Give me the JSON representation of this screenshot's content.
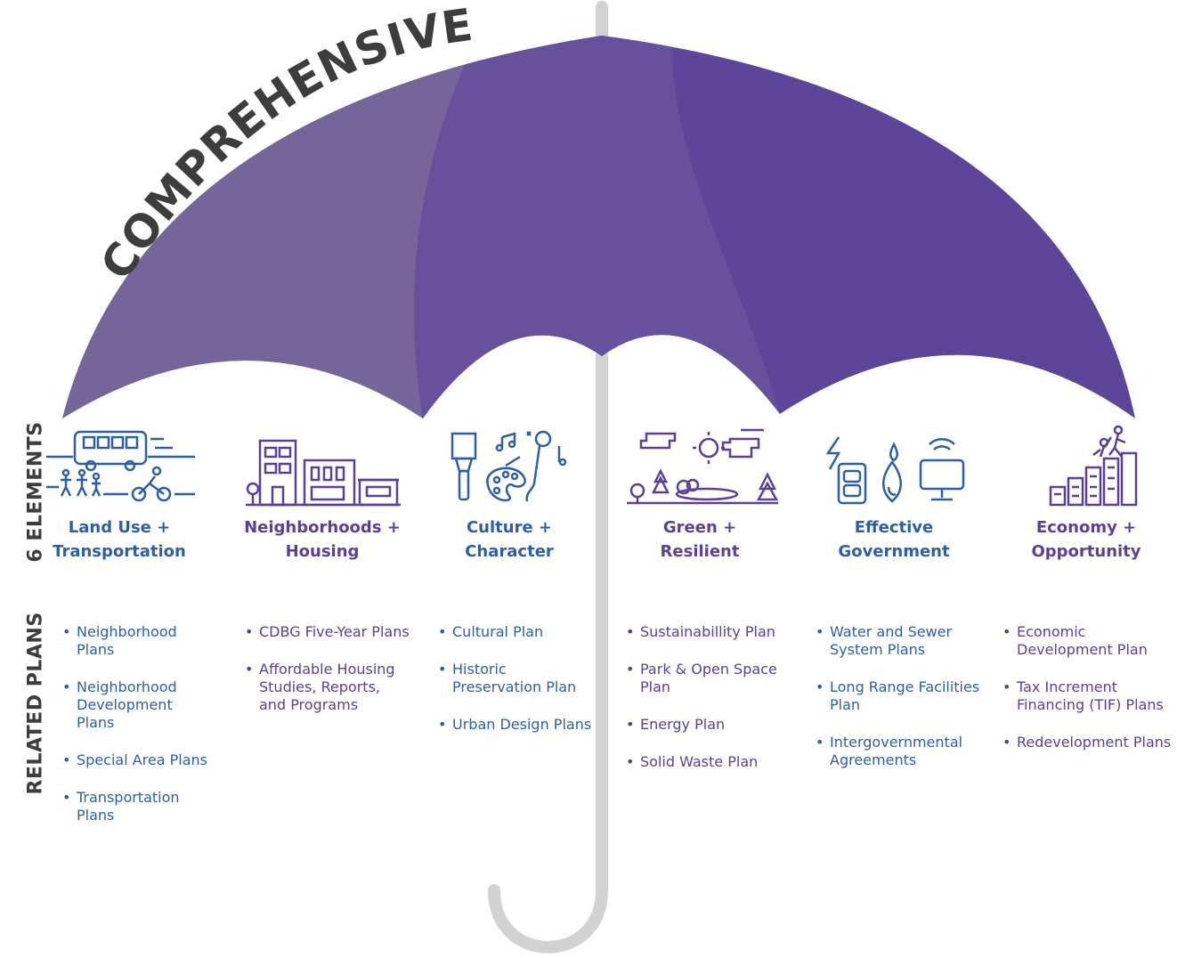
{
  "title": "COMPREHENSIVE PLAN",
  "side_labels": {
    "elements": "6 ELEMENTS",
    "related": "RELATED PLANS"
  },
  "colors": {
    "canopy_light": "#76659a",
    "canopy_mid": "#67519c",
    "canopy_dark": "#5d4699",
    "shaft": "#d2d2d2",
    "title_text": "#3d3d3d",
    "purple_text": "#5b3f98",
    "blue_text": "#2f5ea8"
  },
  "elements": [
    {
      "line1": "Land Use +",
      "line2": "Transportation",
      "icon": "transport-icon",
      "color": "#2f5ea8",
      "plans": [
        "Neighborhood Plans",
        "Neighborhood Development Plans",
        "Special Area Plans",
        "Transportation Plans"
      ]
    },
    {
      "line1": "Neighborhoods +",
      "line2": "Housing",
      "icon": "housing-icon",
      "color": "#5b3f98",
      "plans": [
        "CDBG Five-Year Plans",
        "Affordable Housing Studies, Reports, and Programs"
      ]
    },
    {
      "line1": "Culture +",
      "line2": "Character",
      "icon": "culture-icon",
      "color": "#2f5ea8",
      "plans": [
        "Cultural Plan",
        "Historic Preservation Plan",
        "Urban Design Plans"
      ]
    },
    {
      "line1": "Green +",
      "line2": "Resilient",
      "icon": "green-icon",
      "color": "#5b3f98",
      "plans": [
        "Sustainabillity Plan",
        "Park & Open Space Plan",
        "Energy Plan",
        "Solid Waste Plan"
      ]
    },
    {
      "line1": "Effective",
      "line2": "Government",
      "icon": "government-icon",
      "color": "#2f5ea8",
      "plans": [
        "Water and Sewer System Plans",
        "Long Range Facilities Plan",
        "Intergovernmental Agreements"
      ]
    },
    {
      "line1": "Economy +",
      "line2": "Opportunity",
      "icon": "economy-icon",
      "color": "#5b3f98",
      "plans": [
        "Economic Development Plan",
        "Tax Increment Financing (TIF) Plans",
        "Redevelopment Plans"
      ]
    }
  ]
}
